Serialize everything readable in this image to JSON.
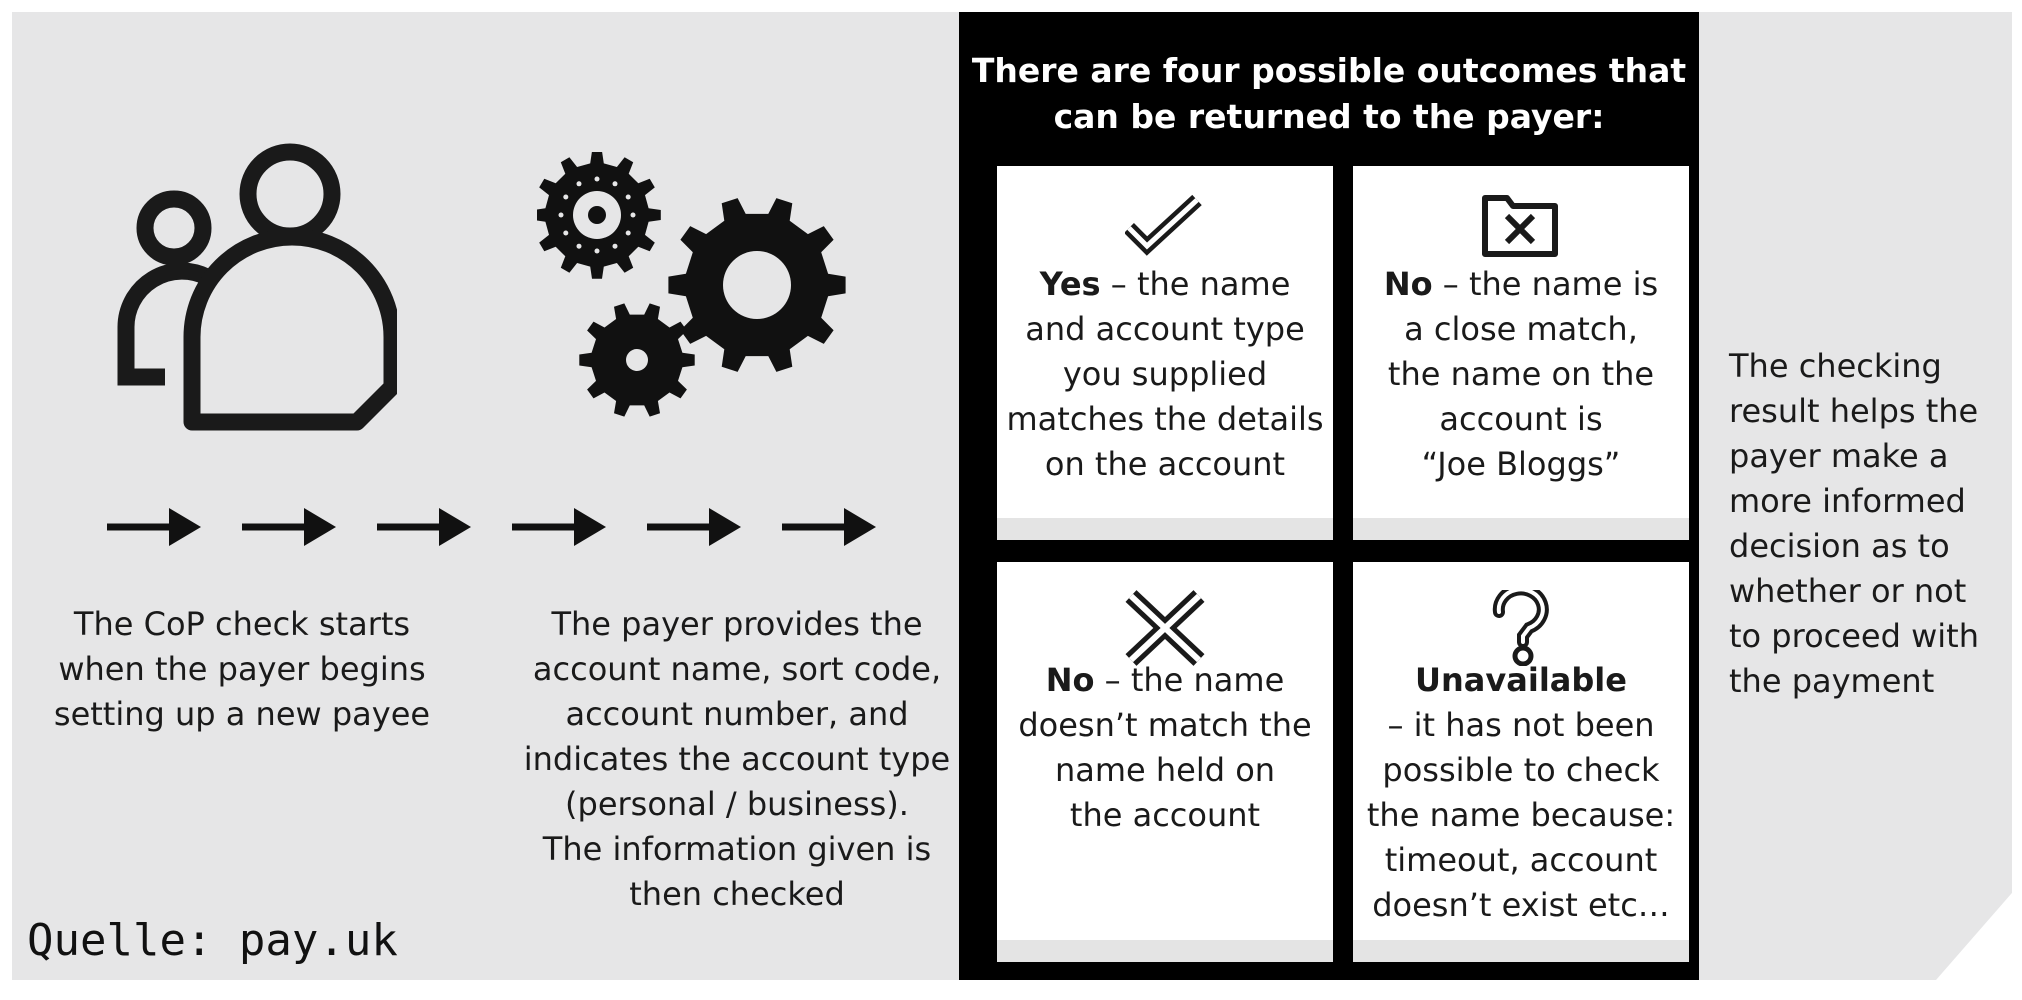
{
  "left_caption": [
    "The CoP check starts",
    "when the payer begins",
    "setting up a new payee"
  ],
  "middle_caption": [
    "The payer provides the",
    "account name, sort code,",
    "account number, and",
    "indicates the account type",
    "(personal / business).",
    "The information given is",
    "then checked"
  ],
  "outcomes_title": [
    "There are four possible outcomes that",
    "can be returned to the payer:"
  ],
  "outcomes": [
    {
      "id": "yes",
      "icon": "checkmark-icon",
      "label": "Yes",
      "lines": [
        "– the name",
        "and account type",
        "you supplied",
        "matches the details",
        "on the account"
      ]
    },
    {
      "id": "close-match",
      "icon": "folder-x-icon",
      "label": "No",
      "lines": [
        "– the name is",
        "a close match,",
        "the name on the",
        "account is",
        "“Joe Bloggs”"
      ]
    },
    {
      "id": "no",
      "icon": "cross-icon",
      "label": "No",
      "lines": [
        "– the name",
        "doesn’t match the",
        "name held on",
        "the account"
      ]
    },
    {
      "id": "unavailable",
      "icon": "question-mark-icon",
      "label": "Unavailable",
      "lines": [
        "– it has not been",
        "possible to check",
        "the name because:",
        "timeout, account",
        "doesn’t exist etc…"
      ]
    }
  ],
  "right_caption": [
    "The checking",
    "result helps the",
    "payer make a",
    "more informed",
    "decision as to",
    "whether or not",
    "to proceed with",
    "the payment"
  ],
  "source": "Quelle: pay.uk",
  "colors": {
    "background": "#e6e6e7",
    "panel": "#000000",
    "card": "#ffffff",
    "icon": "#1a1a1a"
  }
}
